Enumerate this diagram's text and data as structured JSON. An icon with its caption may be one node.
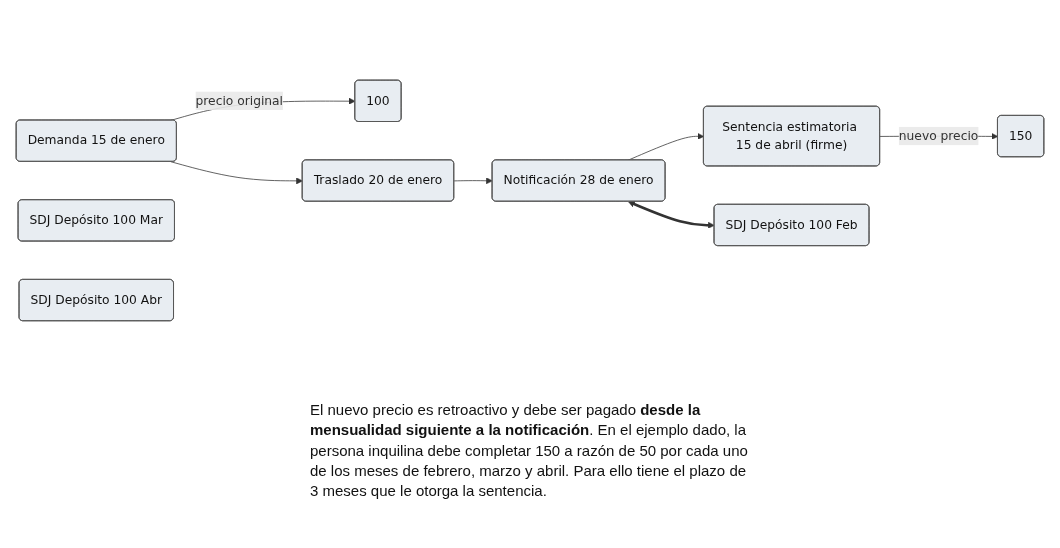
{
  "diagram": {
    "nodes": [
      {
        "text": [
          "100"
        ]
      },
      {
        "text": [
          "Demanda 15 de enero"
        ]
      },
      {
        "text": [
          "Traslado 20 de enero"
        ]
      },
      {
        "text": [
          "Notificación 28 de enero"
        ]
      },
      {
        "text": [
          "150"
        ]
      },
      {
        "text": [
          "Sentencia estimatoria 15 de abril (firme)"
        ]
      },
      {
        "text": [
          "SDJ Depósito 100 Feb"
        ]
      },
      {
        "text": [
          "SDJ Depósito 100 Mar"
        ]
      },
      {
        "text": [
          "SDJ Depósito 100 Abr"
        ]
      }
    ],
    "edges": [
      {
        "from": 1,
        "to": 0,
        "arrow": "to",
        "label": "precio original"
      },
      {
        "from": 1,
        "to": 2,
        "arrow": "to"
      },
      {
        "from": 2,
        "to": 3,
        "arrow": "to"
      },
      {
        "from": 3,
        "to": 5,
        "arrow": "to"
      },
      {
        "from": 5,
        "to": 4,
        "arrow": "to",
        "label": "nuevo precio"
      },
      {
        "from": 3,
        "to": 6,
        "arrow": "both",
        "style": "thick"
      }
    ],
    "labels": [
      "El nuevo precio es retroactivo y debe ser pagado **desde la mensualidad siguiente a la notificación**. En el ejemplo dado, la persona inquilina debe completar 150 a razón de 50 por cada uno de los meses de febrero, marzo y abril. Para ello tiene el plazo de 3 meses que le otorga la sentencia."
    ]
  }
}
